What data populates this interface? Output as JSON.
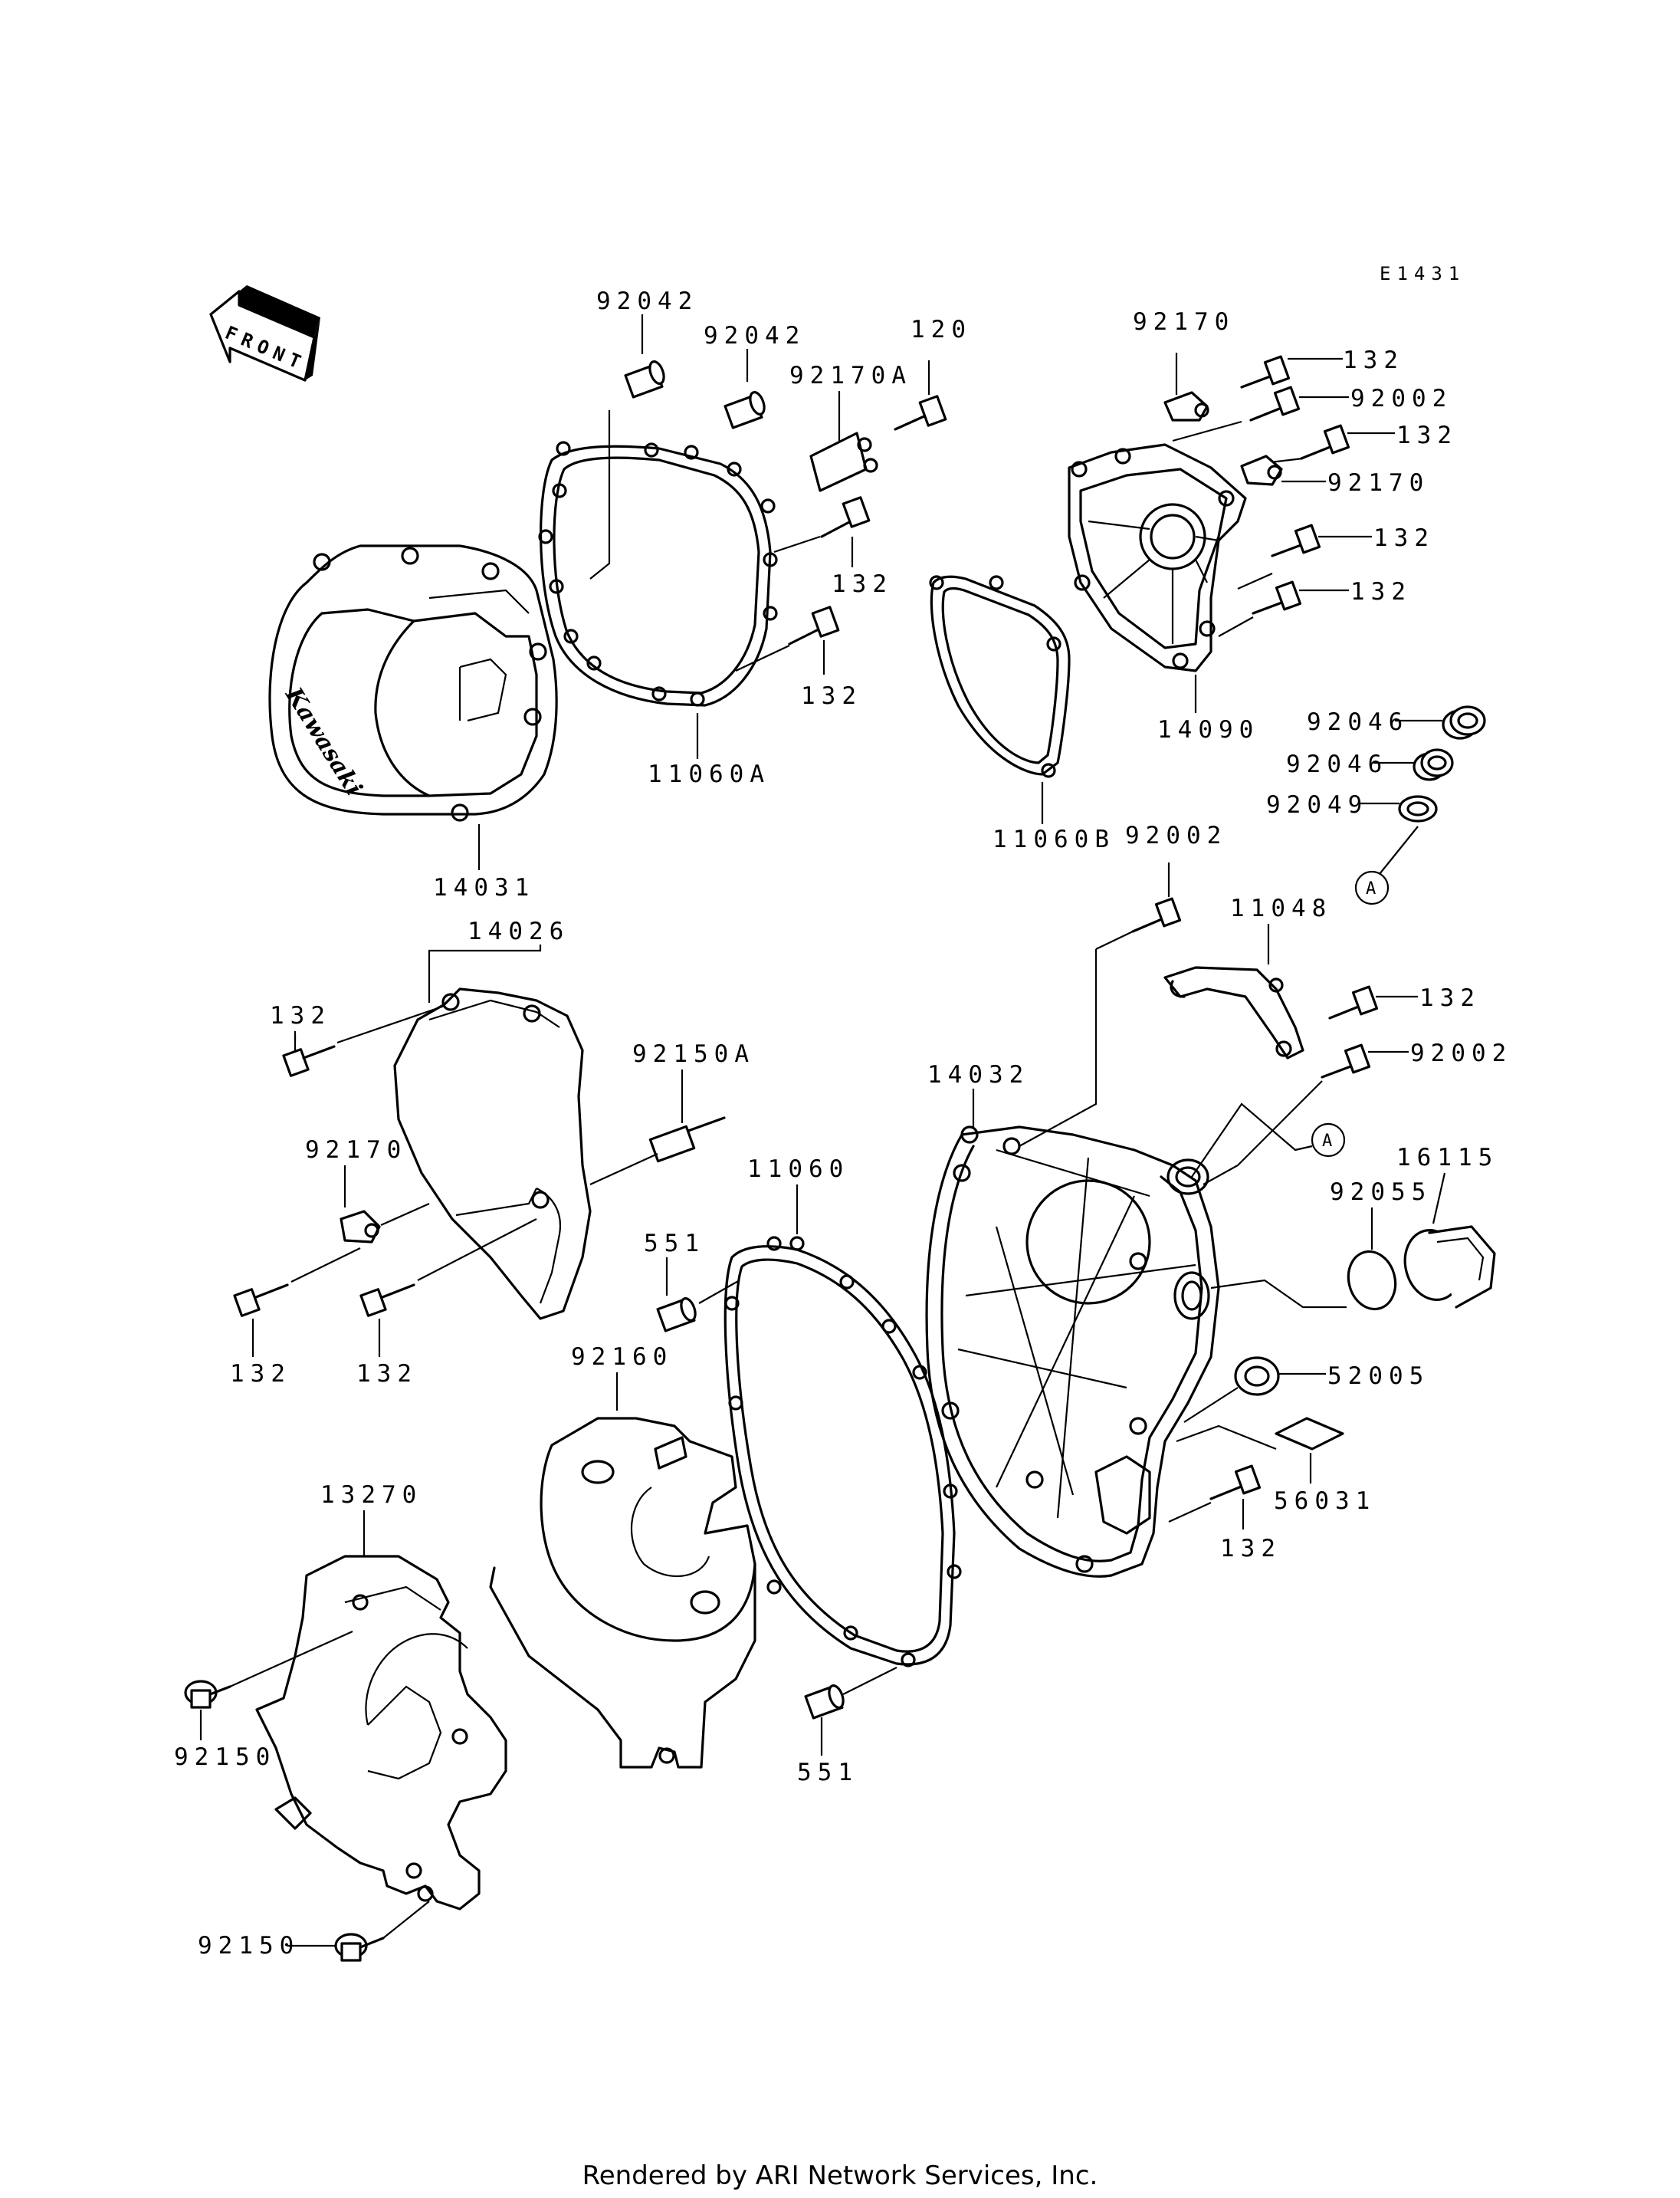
{
  "diagram": {
    "code": "E1431",
    "front_label": "FRONT",
    "brand": "Kawasaki",
    "labels": {
      "p92042a": "92042",
      "p92042b": "92042",
      "p92170A": "92170A",
      "p120": "120",
      "p132_gasket_top": "132",
      "p132_gasket_bot": "132",
      "p11060A": "11060A",
      "p14031": "14031",
      "p11060B": "11060B",
      "p92170_top": "92170",
      "p132_r1": "132",
      "p92002_r1": "92002",
      "p132_r2": "132",
      "p92170_r": "92170",
      "p132_r3": "132",
      "p132_r4": "132",
      "p14090": "14090",
      "p92046a": "92046",
      "p92046b": "92046",
      "p92049": "92049",
      "circleA1": "A",
      "p92002_mid": "92002",
      "p11048": "11048",
      "p132_mid": "132",
      "p92002_mid2": "92002",
      "p14032": "14032",
      "circleA2": "A",
      "p92055": "92055",
      "p16115": "16115",
      "p52005": "52005",
      "p56031": "56031",
      "p132_lower": "132",
      "p14026": "14026",
      "p132_left": "132",
      "p92150A": "92150A",
      "p92170_left": "92170",
      "p132_ll": "132",
      "p132_lr": "132",
      "p11060": "11060",
      "p551_top": "551",
      "p92160": "92160",
      "p13270": "13270",
      "p92150_a": "92150",
      "p92150_b": "92150",
      "p551_bot": "551"
    },
    "footer": "Rendered by ARI Network Services, Inc."
  }
}
